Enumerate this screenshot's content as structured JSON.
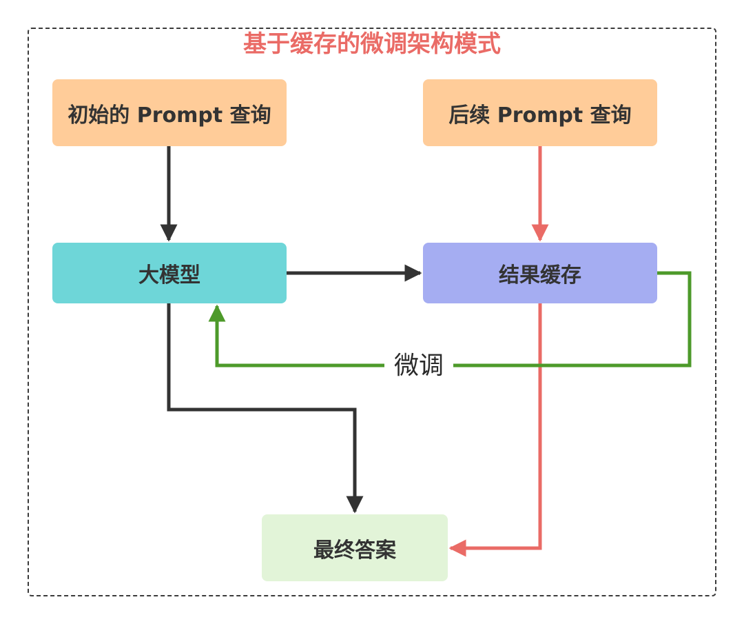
{
  "diagram": {
    "title": "基于缓存的微调架构模式",
    "nodes": {
      "initial_prompt": "初始的 Prompt 查询",
      "followup_prompt": "后续 Prompt 查询",
      "llm": "大模型",
      "result_cache": "结果缓存",
      "final_answer": "最终答案"
    },
    "edges": {
      "fine_tune_label": "微调"
    },
    "colors": {
      "title": "#ea6b66",
      "prompt_nodes": "#ffcc99",
      "llm_node": "#6ed6d8",
      "cache_node": "#a5adf2",
      "final_node": "#e2f4d8",
      "dark_arrow": "#333333",
      "red_arrow": "#ea6b66",
      "green_arrow": "#4d9a2a"
    }
  }
}
